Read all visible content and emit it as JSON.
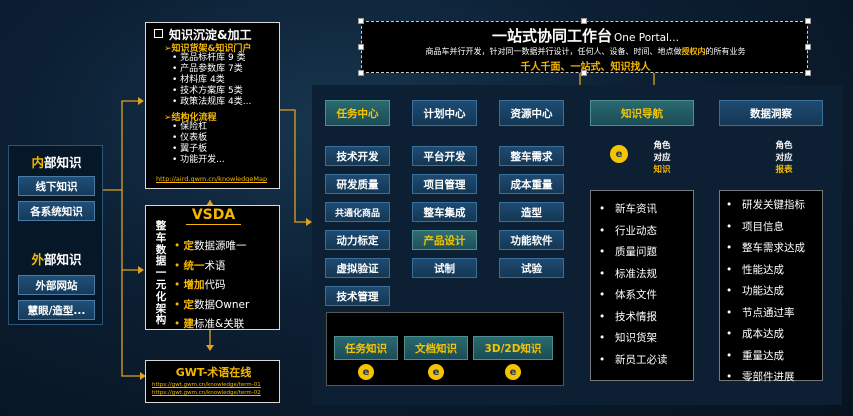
{
  "internal": {
    "title_a": "内",
    "title_b": "部知识",
    "items": [
      "线下知识",
      "各系统知识"
    ]
  },
  "external": {
    "title_a": "外",
    "title_b": "部知识",
    "items": [
      "外部网站",
      "慧眼/造型..."
    ]
  },
  "knowledge_box": {
    "title": "知识沉淀&加工",
    "section1": "➢知识货架&知识门户",
    "items1": [
      "竞品标杆库 9 类",
      "产品参数库 7类",
      "材料库 4类",
      "技术方案库 5类",
      "政策法规库 4类..."
    ],
    "section2": "➢结构化流程",
    "items2": [
      "保险杠",
      "仪表板",
      "翼子板",
      "功能开发..."
    ],
    "link": "http://aird.qwm.cn/knowledgeMap"
  },
  "vsda": {
    "title": "VSDA",
    "vertical": [
      "整",
      "车",
      "数",
      "据",
      "一",
      "元",
      "化",
      "架",
      "构"
    ],
    "rows": [
      {
        "hl": "定",
        "rest": "数据源唯一"
      },
      {
        "hl": "统一",
        "rest": "术语"
      },
      {
        "hl": "增加",
        "rest": "代码"
      },
      {
        "hl": "定",
        "rest": "数据Owner"
      },
      {
        "hl": "建",
        "rest": "标准&关联"
      }
    ]
  },
  "gwt": {
    "title": "GWT-术语在线",
    "link1": "https://gwt.gwm.cn/knowledge/term-01",
    "link2": "https://gwt.gwm.cn/knowledge/term-02"
  },
  "portal": {
    "title": "一站式协同工作台",
    "subtitle": "One Portal...",
    "desc_pre": "商品车并行开发，针对同一数据并行设计，任何人、设备、时间、地点做",
    "desc_hl": "授权内",
    "desc_post": "的所有业务",
    "slogan": "千人千面、一站式、知识找人"
  },
  "centers": {
    "task": {
      "head": "任务中心",
      "items": [
        "技术开发",
        "研发质量",
        "共通化商品",
        "动力标定",
        "虚拟验证",
        "技术管理"
      ]
    },
    "plan": {
      "head": "计划中心",
      "items": [
        "平台开发",
        "项目管理",
        "整车集成",
        "产品设计",
        "试制"
      ]
    },
    "resource": {
      "head": "资源中心",
      "items": [
        "整车需求",
        "成本重量",
        "造型",
        "功能软件",
        "试验"
      ]
    }
  },
  "bottom_tags": [
    "任务知识",
    "文档知识",
    "3D/2D知识"
  ],
  "nav": {
    "head": "知识导航",
    "role": [
      "角色",
      "对应"
    ],
    "role_hl": "知识",
    "items": [
      "新车资讯",
      "行业动态",
      "质量问题",
      "标准法规",
      "体系文件",
      "技术情报",
      "知识货架",
      "新员工必读"
    ]
  },
  "insight": {
    "head": "数据洞察",
    "role": [
      "角色",
      "对应"
    ],
    "role_hl": "报表",
    "items": [
      "研发关键指标",
      "项目信息",
      "整车需求达成",
      "性能达成",
      "功能达成",
      "节点通过率",
      "成本达成",
      "重量达成",
      "零部件进展"
    ]
  },
  "colors": {
    "accent": "#f5b800",
    "box_bg": "#000000",
    "button": "#1e4b73",
    "arrow": "#e0a020"
  }
}
